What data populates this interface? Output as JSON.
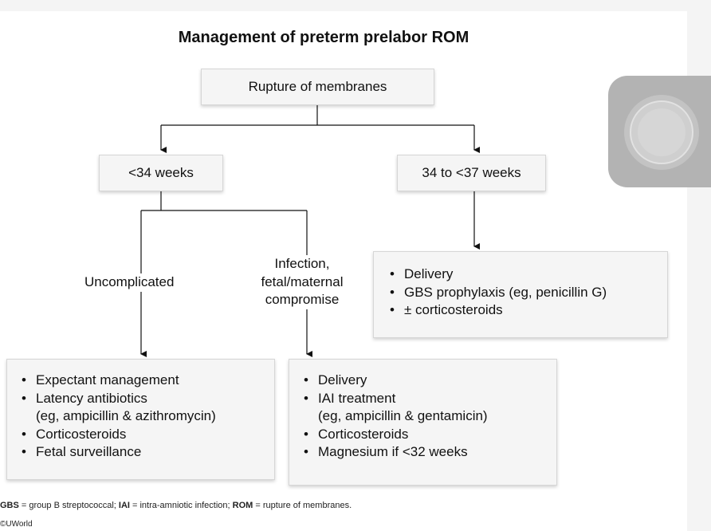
{
  "diagram": {
    "title": "Management of preterm prelabor ROM",
    "root": "Rupture of membranes",
    "branch_left": "<34 weeks",
    "branch_right": "34 to <37 weeks",
    "edge_uncomplicated": "Uncomplicated",
    "edge_infection_lines": [
      "Infection,",
      "fetal/maternal",
      "compromise"
    ],
    "right_outcome": [
      "Delivery",
      "GBS prophylaxis (eg, penicillin G)",
      "± corticosteroids"
    ],
    "uncomplicated_outcome": [
      "Expectant management",
      "Latency antibiotics",
      "(eg, ampicillin & azithromycin)",
      "Corticosteroids",
      "Fetal surveillance"
    ],
    "infection_outcome": [
      "Delivery",
      "IAI treatment",
      "(eg, ampicillin & gentamicin)",
      "Corticosteroids",
      "Magnesium if <32 weeks"
    ]
  },
  "footnote": {
    "abbr1": "GBS",
    "def1": " = group B streptococcal; ",
    "abbr2": "IAI",
    "def2": " = intra-amniotic infection; ",
    "abbr3": "ROM",
    "def3": " = rupture of membranes."
  },
  "copyright": "©UWorld",
  "media_button_icon": "circle-button-icon"
}
